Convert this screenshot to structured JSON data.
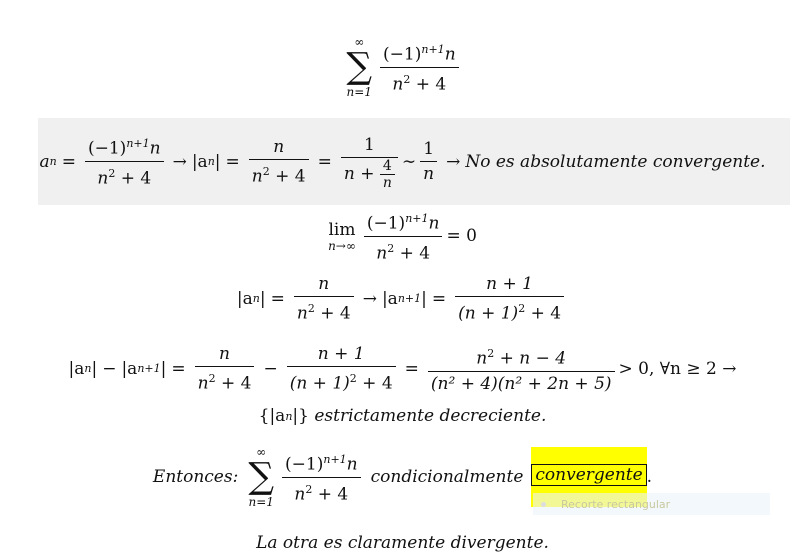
{
  "series": {
    "upper": "∞",
    "lower": "n=1",
    "numerator": "(−1)",
    "num_exp": "n+1",
    "num_tail": "n",
    "denominator": "n",
    "den_exp": "2",
    "den_tail": " + 4"
  },
  "band": {
    "an": "a",
    "an_sub": "n",
    "eq": "=",
    "arrow": "→",
    "abs_an": "|a",
    "abs_close": "|",
    "frac2_num": "n",
    "frac3_num": "1",
    "frac3_den": "n + ",
    "frac3_inner_num": "4",
    "frac3_inner_den": "n",
    "sim": "∼",
    "frac4_num": "1",
    "frac4_den": "n",
    "conclusion": "No es absolutamente convergente."
  },
  "limit": {
    "lim": "lim",
    "sub": "n→∞",
    "result": "= 0"
  },
  "monotone": {
    "abs_next": "|a",
    "next_sub": "n+1",
    "frac_num": "n + 1",
    "frac_den": "(n + 1)",
    "minus": "−",
    "diff_num": "n",
    "diff_num_exp": "2",
    "diff_num_tail": " + n − 4",
    "diff_den": "(n² + 4)(n² + 2n + 5)",
    "tail": "> 0, ∀n ≥ 2 →"
  },
  "decreasing": {
    "set": "{|a",
    "set_close": "|}",
    "text": " estrictamente decreciente."
  },
  "conclusion": {
    "label": "Entonces:",
    "cond": "condicionalmente",
    "highlight": "convergente",
    "period": "."
  },
  "footer": "La otra es claramente divergente.",
  "tooltip": "Recorte rectangular",
  "colors": {
    "highlight": "#ffff00",
    "band": "#f0f0f0"
  }
}
